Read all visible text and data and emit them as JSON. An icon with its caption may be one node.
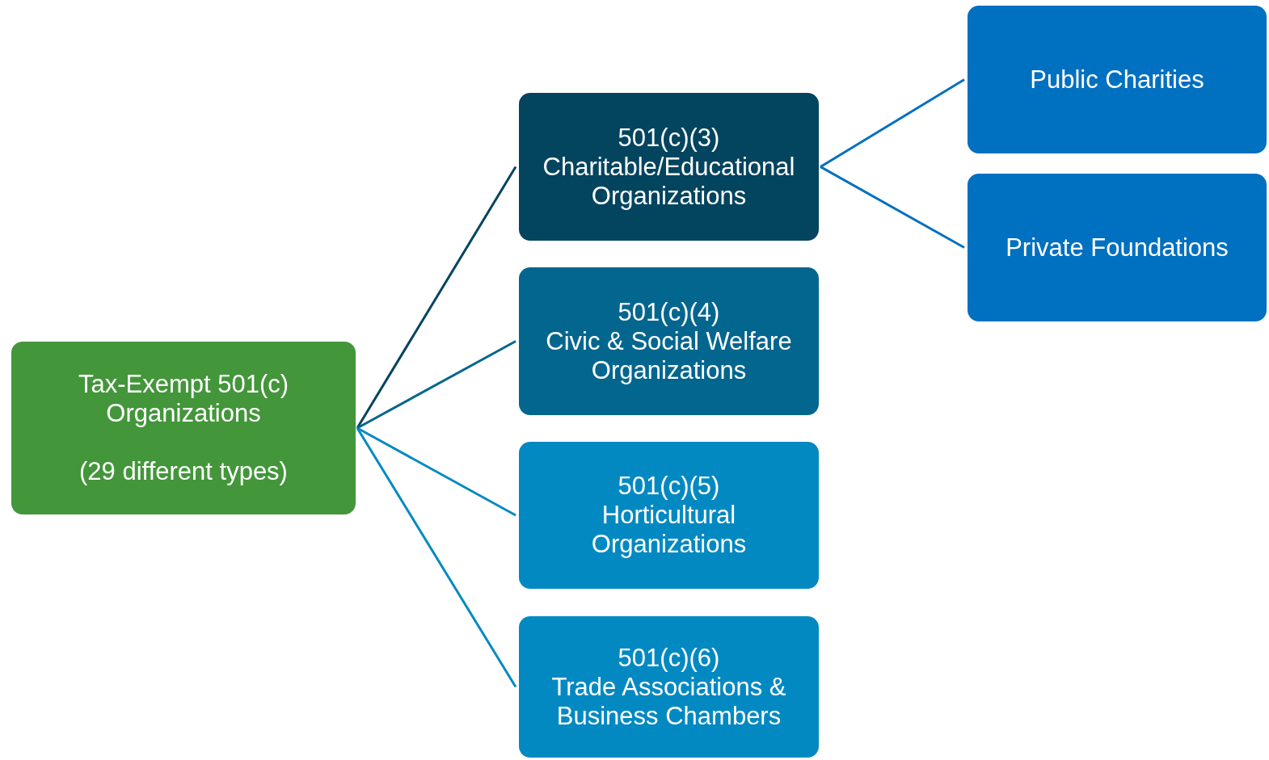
{
  "diagram": {
    "nodes": [
      {
        "text": [
          "Tax-Exempt 501(c) Organizations",
          "(29 different types)"
        ]
      },
      {
        "text": [
          "501(c)(3)",
          "Charitable/Educational Organizations"
        ]
      },
      {
        "text": [
          "501(c)(4)",
          "Civic & Social Welfare Organizations"
        ]
      },
      {
        "text": [
          "501(c)(5)",
          "Horticultural Organizations"
        ]
      },
      {
        "text": [
          "501(c)(6)",
          "Trade Associations & Business Chambers"
        ]
      },
      {
        "text": [
          "Public Charities"
        ]
      },
      {
        "text": [
          "Private Foundations"
        ]
      }
    ],
    "edges": [
      {
        "from": 0,
        "to": 1,
        "arrow": "none",
        "color": "#03445f"
      },
      {
        "from": 0,
        "to": 2,
        "arrow": "none",
        "color": "#03668e"
      },
      {
        "from": 0,
        "to": 3,
        "arrow": "none",
        "color": "#0389c2"
      },
      {
        "from": 0,
        "to": 4,
        "arrow": "none",
        "color": "#0389c2"
      },
      {
        "from": 1,
        "to": 5,
        "arrow": "none",
        "color": "#0070c0"
      },
      {
        "from": 1,
        "to": 6,
        "arrow": "none",
        "color": "#0070c0"
      }
    ]
  }
}
